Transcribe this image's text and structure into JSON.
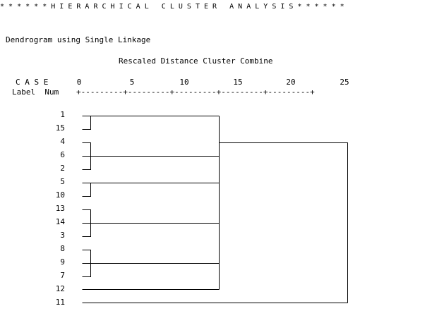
{
  "header": {
    "banner": "* * * * * * H I E R A R C H I C A L   C L U S T E R   A N A L Y S I S * * * * * *",
    "dendrogram_title": "Dendrogram using Single Linkage",
    "rescaled_title": "Rescaled Distance Cluster Combine"
  },
  "axis": {
    "case_header": "C A S E",
    "label_header": "Label  Num",
    "ruler": "+---------+---------+---------+---------+---------+",
    "ticks": [
      "0",
      "5",
      "10",
      "15",
      "20",
      "25"
    ]
  },
  "cases": [
    "1",
    "15",
    "4",
    "6",
    "2",
    "5",
    "10",
    "13",
    "14",
    "3",
    "8",
    "9",
    "7",
    "12",
    "11"
  ]
}
